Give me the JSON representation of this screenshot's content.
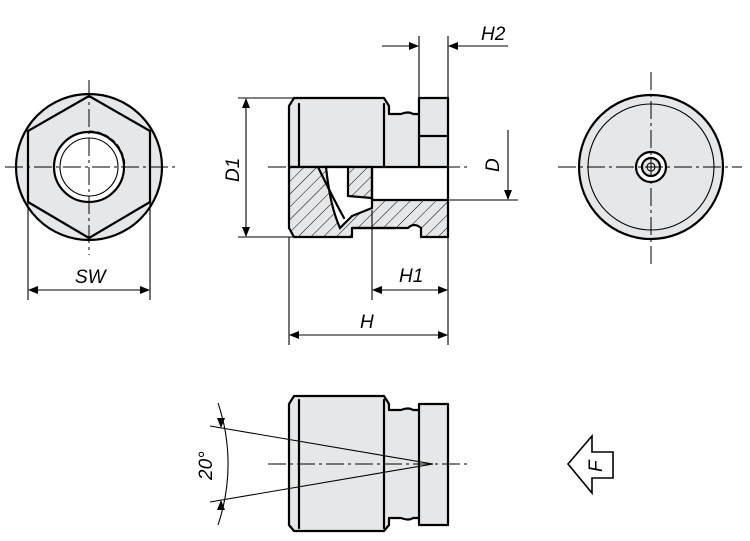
{
  "dimensions": {
    "sw": "SW",
    "d1": "D1",
    "d": "D",
    "h": "H",
    "h1": "H1",
    "h2": "H2",
    "angle": "20°",
    "force": "F"
  }
}
